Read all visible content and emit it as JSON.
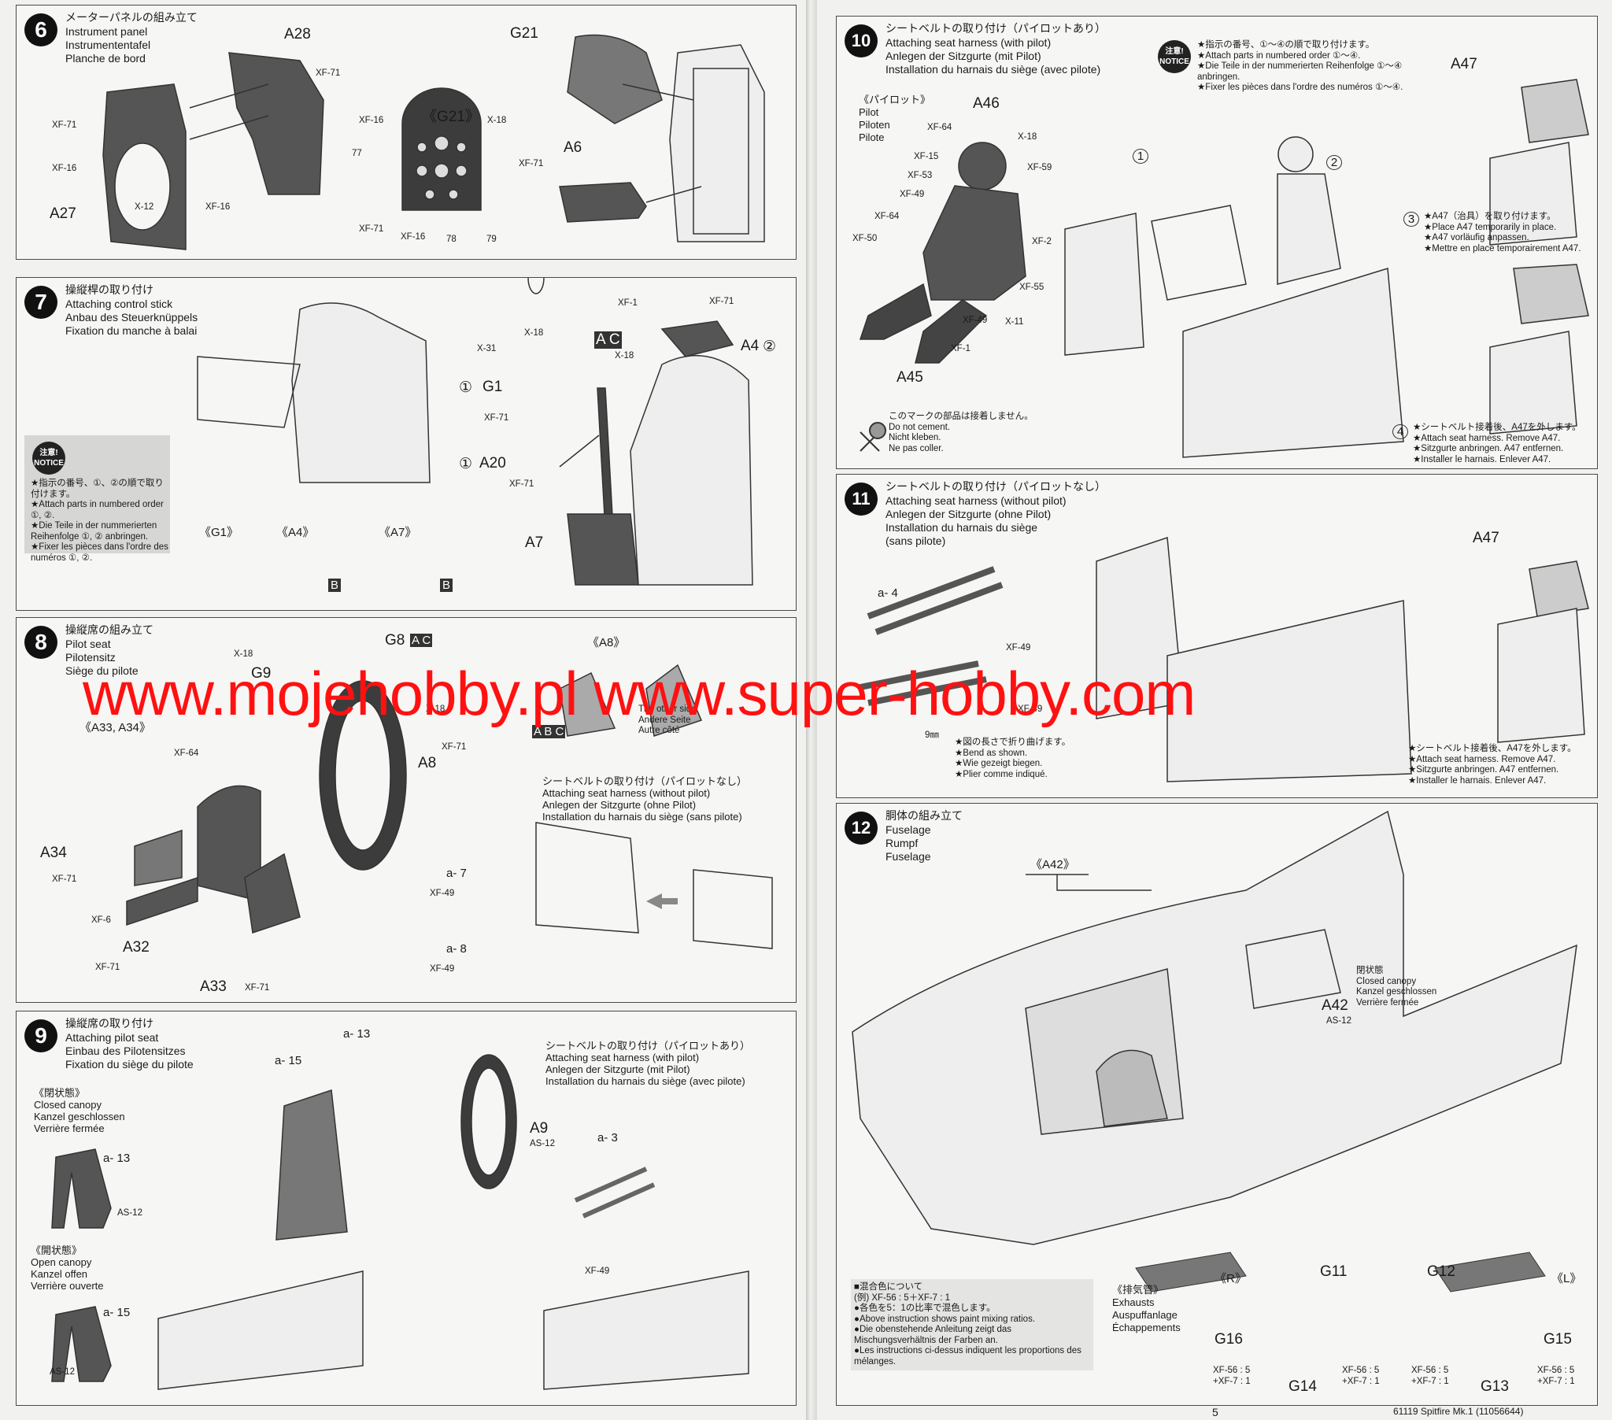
{
  "steps": {
    "s6": {
      "number": "6",
      "jp": "メーターパネルの組み立て",
      "en": "Instrument panel",
      "de": "Instrumententafel",
      "fr": "Planche de bord",
      "labels": {
        "a28": "A28",
        "g21": "G21",
        "g21_detail": "《G21》",
        "a27": "A27",
        "a6": "A6",
        "xf71a": "XF-71",
        "xf71b": "XF-71",
        "xf71c": "XF-71",
        "xf71d": "XF-71",
        "xf16a": "XF-16",
        "xf16b": "XF-16",
        "xf16c": "XF-16",
        "xf16d": "XF-16",
        "x12": "X-12",
        "x18": "X-18",
        "m77": "77",
        "m78": "78",
        "m79": "79"
      }
    },
    "s7": {
      "number": "7",
      "jp": "操縦桿の取り付け",
      "en": "Attaching control stick",
      "de": "Anbau des Steuerknüppels",
      "fr": "Fixation du manche à balai",
      "labels": {
        "xf1": "XF-1",
        "xf71a": "XF-71",
        "xf71b": "XF-71",
        "xf71c": "XF-71",
        "x18a": "X-18",
        "x18b": "X-18",
        "x31": "X-31",
        "ac": "A C",
        "a4": "A4",
        "n2": "②",
        "g1": "G1",
        "n1a": "①",
        "a20": "A20",
        "n1b": "①",
        "a7": "A7",
        "g1_detail": "《G1》",
        "a4_detail": "《A4》",
        "a7_detail": "《A7》",
        "b": "B"
      },
      "notice": "注意!\nNOTICE",
      "notice_text": [
        "★指示の番号、①、②の順で取り付けます。",
        "★Attach parts in numbered order ①, ②.",
        "★Die Teile in der nummerierten Reihenfolge ①, ② anbringen.",
        "★Fixer les pièces dans l'ordre des numéros ①, ②."
      ]
    },
    "s8": {
      "number": "8",
      "jp": "操縦席の組み立て",
      "en": "Pilot seat",
      "de": "Pilotensitz",
      "fr": "Siège du pilote",
      "labels": {
        "x18a": "X-18",
        "g9": "G9",
        "x18b": "X-18",
        "g8": "G8",
        "ac": "A C",
        "a8_detail": "《A8》",
        "a33_34": "《A33, A34》",
        "xf64": "XF-64",
        "xf71a": "XF-71",
        "a8": "A8",
        "a34": "A34",
        "xf71b": "XF-71",
        "xf6": "XF-6",
        "a32": "A32",
        "xf71c": "XF-71",
        "a33": "A33",
        "xf71d": "XF-71",
        "abc": "A B C",
        "other_side": "The other side",
        "andere": "Andere Seite",
        "autre": "Autre côté",
        "b": "B"
      },
      "harness_jp": "シートベルトの取り付け（パイロットなし）",
      "harness_en": "Attaching seat harness (without pilot)",
      "harness_de": "Anlegen der Sitzgurte (ohne Pilot)",
      "harness_fr": "Installation du harnais du siège (sans pilote)",
      "a7": "a- 7",
      "a8": "a- 8",
      "xf49a": "XF-49",
      "xf49b": "XF-49"
    },
    "s9": {
      "number": "9",
      "jp": "操縦席の取り付け",
      "en": "Attaching pilot seat",
      "de": "Einbau des Pilotensitzes",
      "fr": "Fixation du siège du pilote",
      "closed_jp": "《閉状態》",
      "closed_en": "Closed canopy",
      "closed_de": "Kanzel geschlossen",
      "closed_fr": "Verrière fermée",
      "open_jp": "《開状態》",
      "open_en": "Open canopy",
      "open_de": "Kanzel offen",
      "open_fr": "Verrière ouverte",
      "labels": {
        "a13": "a- 13",
        "a15": "a- 15",
        "a13b": "a- 13",
        "a15b": "a- 15",
        "a9": "A9",
        "as12a": "AS-12",
        "as12b": "AS-12",
        "as12c": "AS-12",
        "a3": "a- 3",
        "xf49": "XF-49"
      },
      "harness_jp": "シートベルトの取り付け（パイロットあり）",
      "harness_en": "Attaching seat harness (with pilot)",
      "harness_de": "Anlegen der Sitzgurte (mit Pilot)",
      "harness_fr": "Installation du harnais du siège (avec pilote)"
    },
    "s10": {
      "number": "10",
      "jp": "シートベルトの取り付け（パイロットあり）",
      "en": "Attaching seat harness (with pilot)",
      "de": "Anlegen der Sitzgurte (mit Pilot)",
      "fr": "Installation du harnais du siège (avec pilote)",
      "pilot_jp": "《パイロット》",
      "pilot_en": "Pilot",
      "pilot_de": "Piloten",
      "pilot_fr": "Pilote",
      "labels": {
        "a46": "A46",
        "xf64a": "XF-64",
        "x18": "X-18",
        "xf15": "XF-15",
        "xf59": "XF-59",
        "xf53": "XF-53",
        "xf49a": "XF-49",
        "xf64b": "XF-64",
        "x2": "XF-2",
        "xf50": "XF-50",
        "xf55": "XF-55",
        "xf49b": "XF-49",
        "x11": "X-11",
        "xf1": "XF-1",
        "a45": "A45",
        "n1": "1",
        "n2": "2",
        "a47": "A47",
        "n3": "3",
        "n4": "4"
      },
      "notice": "注意!\nNOTICE",
      "notice_text": [
        "★指示の番号、①～④の順で取り付けます。",
        "★Attach parts in numbered order ①～④.",
        "★Die Teile in der nummerierten Reihenfolge ①～④ anbringen.",
        "★Fixer les pièces dans l'ordre des numéros ①～④."
      ],
      "nocement": [
        "このマークの部品は接着しません。",
        "Do not cement.",
        "Nicht kleben.",
        "Ne pas coller."
      ],
      "step3": [
        "★A47（治具）を取り付けます。",
        "★Place A47 temporarily in place.",
        "★A47 vorläufig anpassen.",
        "★Mettre en place temporairement A47."
      ],
      "step4": [
        "★シートベルト接着後、A47を外します。",
        "★Attach seat harness. Remove A47.",
        "★Sitzgurte anbringen. A47 entfernen.",
        "★Installer le harnais. Enlever A47."
      ]
    },
    "s11": {
      "number": "11",
      "jp": "シートベルトの取り付け（パイロットなし）",
      "en": "Attaching seat harness (without pilot)",
      "de": "Anlegen der Sitzgurte (ohne Pilot)",
      "fr": "Installation du harnais du siège",
      "fr2": "(sans pilote)",
      "labels": {
        "a4": "a- 4",
        "xf49a": "XF-49",
        "xf49b": "XF-49",
        "mm": "9㎜",
        "a47": "A47"
      },
      "bend": [
        "★図の長さで折り曲げます。",
        "★Bend as shown.",
        "★Wie gezeigt biegen.",
        "★Plier comme indiqué."
      ],
      "remove": [
        "★シートベルト接着後、A47を外します。",
        "★Attach seat harness. Remove A47.",
        "★Sitzgurte anbringen. A47 entfernen.",
        "★Installer le harnais. Enlever A47."
      ]
    },
    "s12": {
      "number": "12",
      "jp": "胴体の組み立て",
      "en": "Fuselage",
      "de": "Rumpf",
      "fr": "Fuselage",
      "a42_detail": "《A42》",
      "closed_jp": "閉状態",
      "closed_en": "Closed canopy",
      "closed_de": "Kanzel geschlossen",
      "closed_fr": "Verrière fermée",
      "labels": {
        "a42": "A42",
        "as12": "AS-12"
      },
      "mix_jp": "■混合色について",
      "mix_ex": "(例) XF-56 : 5＋XF-7 : 1",
      "mix_text": [
        "●各色を5：1の比率で混色します。",
        "●Above instruction shows paint mixing ratios.",
        "●Die obenstehende Anleitung zeigt das Mischungsverhältnis der Farben an.",
        "●Les instructions ci-dessus indiquent les proportions des mélanges."
      ],
      "exh_jp": "《排気管》",
      "exh_en": "Exhausts",
      "exh_de": "Auspuffanlage",
      "exh_fr": "Échappements",
      "r": "《R》",
      "l": "《L》",
      "g11": "G11",
      "g12": "G12",
      "g16": "G16",
      "g15": "G15",
      "g14": "G14",
      "g13": "G13",
      "mix1": "XF-56 : 5",
      "mix1b": "+XF-7 : 1",
      "mix2": "XF-56 : 5",
      "mix2b": "+XF-7 : 1",
      "mix3": "XF-56 : 5",
      "mix3b": "+XF-7 : 1",
      "mix4": "XF-56 : 5",
      "mix4b": "+XF-7 : 1"
    }
  },
  "watermark": "www.mojehobby.pl www.super-hobby.com",
  "footer": {
    "page_number": "5",
    "code": "61119  Spitfire Mk.1 (11056644)"
  },
  "colors": {
    "watermark": "#ff1111",
    "paper": "#f1f1ef",
    "ink": "#1a1a1a"
  }
}
